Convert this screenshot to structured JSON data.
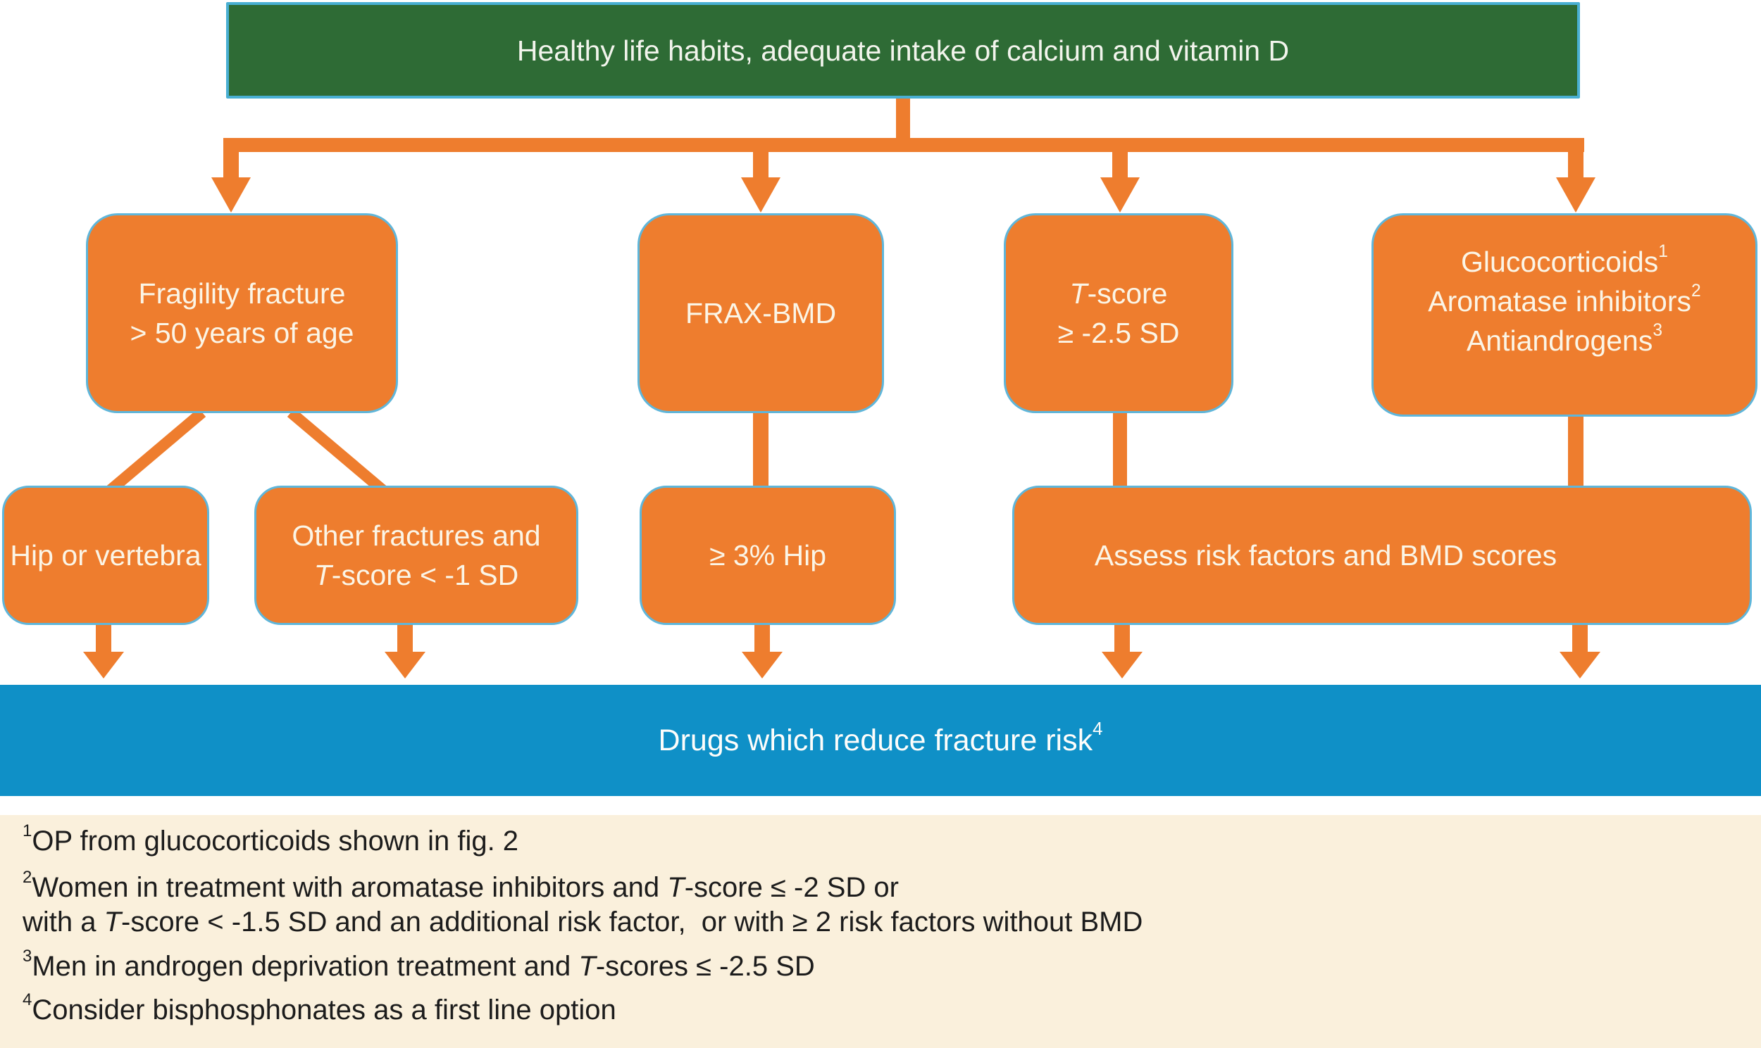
{
  "colors": {
    "orange": "#EE7D2E",
    "green": "#2E6B35",
    "blue": "#0F90C7",
    "box_border": "#5FB6DA",
    "banner_border": "#49AFD2",
    "cream": "#FAF0DC"
  },
  "banner_top": {
    "text": "Healthy life habits, adequate intake of calcium and vitamin D"
  },
  "row1": {
    "fragility": {
      "line1": "Fragility fracture",
      "line2": "> 50 years of age"
    },
    "frax": {
      "label": "FRAX-BMD"
    },
    "tscore": {
      "line1": [
        {
          "t": "T",
          "s": "i"
        },
        {
          "t": "-score"
        }
      ],
      "line2": "≥ -2.5 SD"
    },
    "treatments": {
      "line1": [
        {
          "t": "Glucocorticoids"
        },
        {
          "t": "1",
          "s": "sup"
        }
      ],
      "line2": [
        {
          "t": "Aromatase inhibitors"
        },
        {
          "t": "2",
          "s": "sup"
        }
      ],
      "line3": [
        {
          "t": "Antiandrogens"
        },
        {
          "t": "3",
          "s": "sup"
        }
      ]
    }
  },
  "row2": {
    "hip_vertebra": {
      "label": "Hip or vertebra"
    },
    "other_fractures": {
      "line1": "Other fractures and",
      "line2": [
        {
          "t": "T",
          "s": "i"
        },
        {
          "t": "-score < -1 SD"
        }
      ]
    },
    "hip_risk": {
      "label": "≥ 3% Hip"
    },
    "assess": {
      "label": "Assess risk factors and BMD scores"
    }
  },
  "banner_bottom": {
    "segments": [
      {
        "t": "Drugs which reduce fracture risk"
      },
      {
        "t": "4",
        "s": "sup"
      }
    ]
  },
  "footnotes": {
    "line1": [
      {
        "t": "1",
        "s": "sup"
      },
      {
        "t": "OP from glucocorticoids shown in fig. 2"
      }
    ],
    "line2": [
      {
        "t": "2",
        "s": "sup"
      },
      {
        "t": "Women in treatment with aromatase inhibitors and "
      },
      {
        "t": "T",
        "s": "i"
      },
      {
        "t": "-score ≤ -2 SD or"
      }
    ],
    "line3": [
      {
        "t": "with a "
      },
      {
        "t": "T",
        "s": "i"
      },
      {
        "t": "-score < -1.5 SD and an additional risk factor,  or with ≥ 2 risk factors without BMD"
      }
    ],
    "line4": [
      {
        "t": "3",
        "s": "sup"
      },
      {
        "t": "Men in androgen deprivation treatment and "
      },
      {
        "t": "T",
        "s": "i"
      },
      {
        "t": "-scores ≤ -2.5 SD"
      }
    ],
    "line5": [
      {
        "t": "4",
        "s": "sup"
      },
      {
        "t": "Consider bisphosphonates as a first line option"
      }
    ]
  }
}
